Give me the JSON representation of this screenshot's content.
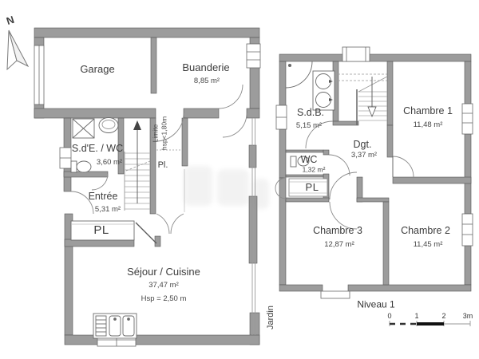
{
  "compass": {
    "label": "N"
  },
  "ground_floor": {
    "rooms": {
      "garage": {
        "name": "Garage"
      },
      "buanderie": {
        "name": "Buanderie",
        "area": "8,85 m²"
      },
      "sde_wc": {
        "name": "S.d'E. / WC",
        "area": "3,60 m²"
      },
      "entree": {
        "name": "Entrée",
        "area": "5,31 m²"
      },
      "pl_hall": {
        "name": "PL"
      },
      "pl_small": {
        "name": "Pl."
      },
      "sejour": {
        "name": "Séjour / Cuisine",
        "area": "37,47 m²",
        "height_note": "Hsp = 2,50 m"
      }
    },
    "annotations": {
      "limite_line1": "Limite",
      "limite_line2": "hsp<1,80m",
      "jardin": "Jardin"
    }
  },
  "level1": {
    "label": "Niveau 1",
    "rooms": {
      "sdb": {
        "name": "S.d.B.",
        "area": "5,15 m²"
      },
      "chambre1": {
        "name": "Chambre 1",
        "area": "11,48 m²"
      },
      "dgt": {
        "name": "Dgt.",
        "area": "3,37 m²"
      },
      "wc": {
        "name": "WC",
        "area": "1,32 m²"
      },
      "pl": {
        "name": "PL"
      },
      "chambre3": {
        "name": "Chambre 3",
        "area": "12,87 m²"
      },
      "chambre2": {
        "name": "Chambre 2",
        "area": "11,45 m²"
      }
    }
  },
  "scale_bar": {
    "ticks": [
      "0",
      "1",
      "2",
      "3m"
    ]
  },
  "colors": {
    "wall_fill": "#9c9c9c",
    "wall_stroke": "#565656",
    "line": "#888888",
    "text": "#3d3d3d"
  }
}
